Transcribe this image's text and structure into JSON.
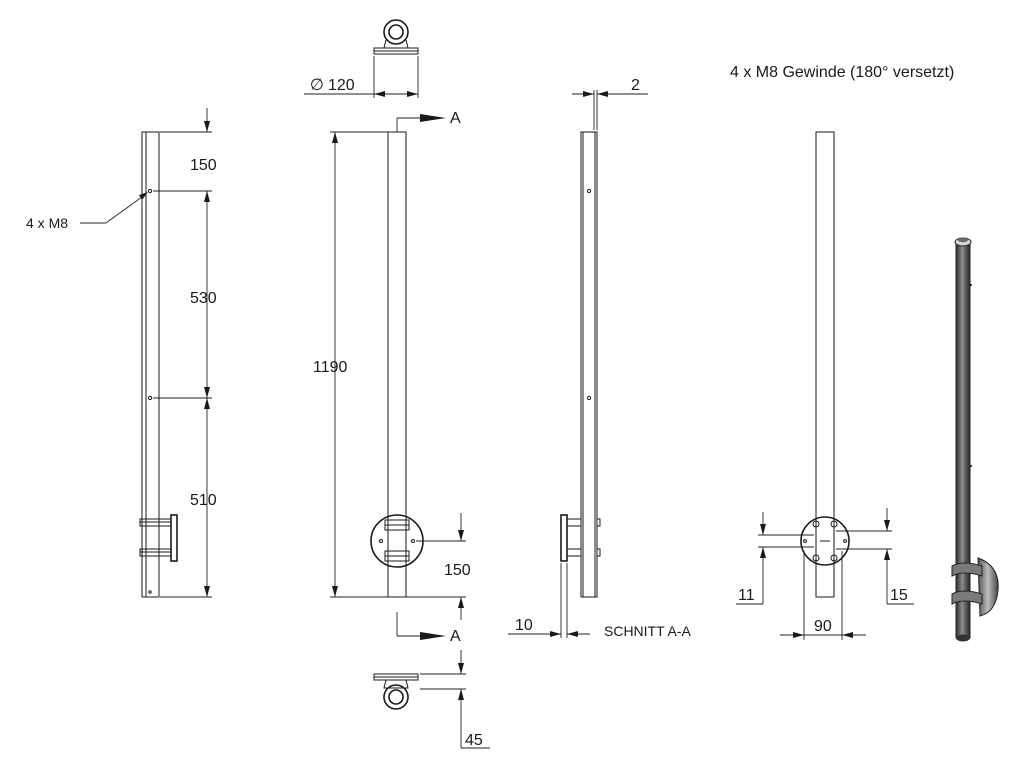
{
  "notes": {
    "thread_note": "4 x M8 Gewinde (180° versetzt)",
    "leader_label": "4 x M8",
    "section_title": "SCHNITT A-A",
    "section_marker_top": "A",
    "section_marker_bottom": "A",
    "diameter_symbol": "∅"
  },
  "dimensions": {
    "top_offset": "150",
    "hole_spacing": "530",
    "lower_span": "510",
    "overall_length": "1190",
    "diameter_value": "120",
    "bracket_height": "150",
    "bottom_offset": "45",
    "wall_thickness": "2",
    "flange_thickness": "10",
    "plate_width": "90",
    "hole_offset_left": "11",
    "hole_offset_right": "15"
  },
  "colors": {
    "line": "#1a1a1a",
    "tube_dark": "#3a3a3a",
    "tube_light": "#9a9a9a"
  }
}
